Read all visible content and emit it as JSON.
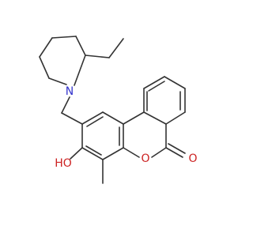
{
  "molecule": {
    "atoms": {
      "nitrogen": {
        "symbol": "N",
        "color": "#3333cc"
      },
      "ring_oxygen": {
        "symbol": "O",
        "color": "#cc2222"
      },
      "carbonyl_oxygen": {
        "symbol": "O",
        "color": "#cc2222"
      },
      "hydroxyl": {
        "symbol": "HO",
        "color": "#cc2222"
      }
    },
    "bond_color": "#333333"
  }
}
